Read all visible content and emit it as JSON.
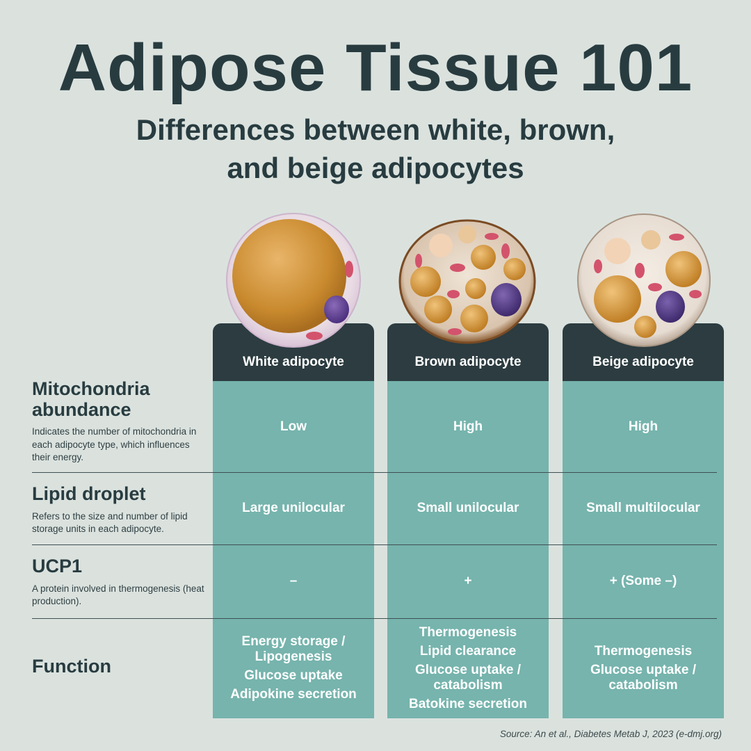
{
  "title": "Adipose Tissue 101",
  "subtitle_line1": "Differences between white, brown,",
  "subtitle_line2": "and beige adipocytes",
  "columns": [
    {
      "header": "White adipocyte"
    },
    {
      "header": "Brown adipocyte"
    },
    {
      "header": "Beige adipocyte"
    }
  ],
  "rows": [
    {
      "title": "Mitochondria abundance",
      "description": "Indicates the number of mitochondria in each adipocyte type, which influences their energy.",
      "values": [
        "Low",
        "High",
        "High"
      ]
    },
    {
      "title": "Lipid droplet",
      "description": "Refers to the size and number of lipid storage units in each adipocyte.",
      "values": [
        "Large unilocular",
        "Small unilocular",
        "Small multilocular"
      ]
    },
    {
      "title": "UCP1",
      "description": "A protein involved in thermogenesis (heat production).",
      "values": [
        "–",
        "+",
        "+ (Some –)"
      ]
    },
    {
      "title": "Function",
      "functions": [
        [
          "Energy storage / Lipogenesis",
          "Glucose uptake",
          "Adipokine secretion"
        ],
        [
          "Thermogenesis",
          "Lipid clearance",
          "Glucose uptake / catabolism",
          "Batokine secretion"
        ],
        [
          "Thermogenesis",
          "Glucose uptake / catabolism"
        ]
      ]
    }
  ],
  "source": "Source: An et al., Diabetes Metab J, 2023 (e-dmj.org)",
  "colors": {
    "background": "#dbe2de",
    "header": "#2c3c40",
    "column": "#76b4ad",
    "text": "#283c40"
  },
  "illustrations": [
    "white-adipocyte-illustration",
    "brown-adipocyte-illustration",
    "beige-adipocyte-illustration"
  ]
}
